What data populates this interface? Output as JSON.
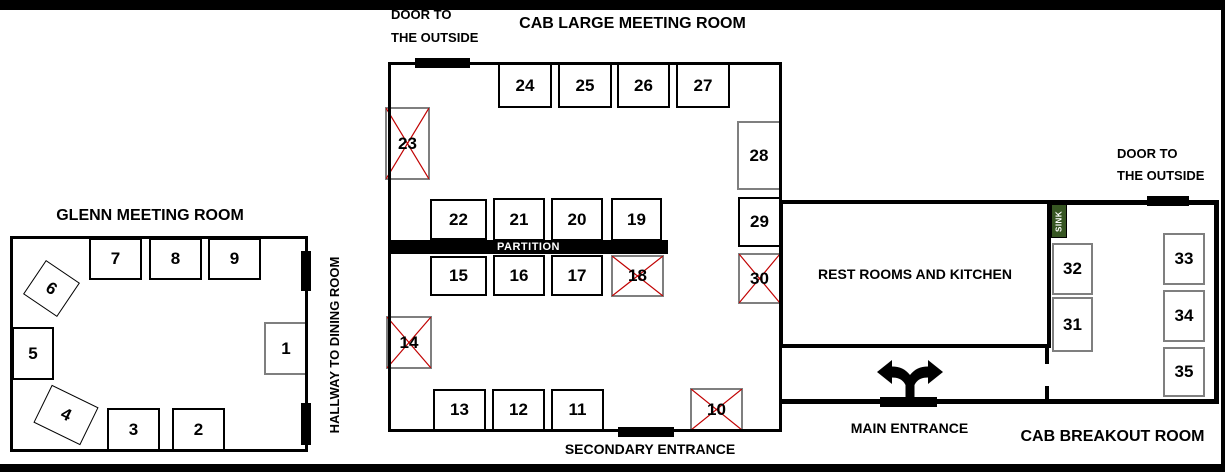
{
  "glenn_room": {
    "title": "GLENN MEETING ROOM",
    "hallway_label": "HALLWAY TO DINING ROOM",
    "tables": [
      {
        "number": "1",
        "crossed": false
      },
      {
        "number": "2",
        "crossed": false
      },
      {
        "number": "3",
        "crossed": false
      },
      {
        "number": "4",
        "crossed": false
      },
      {
        "number": "5",
        "crossed": false
      },
      {
        "number": "6",
        "crossed": false
      },
      {
        "number": "7",
        "crossed": false
      },
      {
        "number": "8",
        "crossed": false
      },
      {
        "number": "9",
        "crossed": false
      }
    ]
  },
  "cab_large_room": {
    "title": "CAB LARGE MEETING ROOM",
    "door_label": [
      "DOOR TO",
      "THE OUTSIDE"
    ],
    "partition_label": "PARTITION",
    "secondary_entrance_label": "SECONDARY ENTRANCE",
    "tables": [
      {
        "number": "10",
        "crossed": true
      },
      {
        "number": "11",
        "crossed": false
      },
      {
        "number": "12",
        "crossed": false
      },
      {
        "number": "13",
        "crossed": false
      },
      {
        "number": "14",
        "crossed": true
      },
      {
        "number": "15",
        "crossed": false
      },
      {
        "number": "16",
        "crossed": false
      },
      {
        "number": "17",
        "crossed": false
      },
      {
        "number": "18",
        "crossed": true
      },
      {
        "number": "19",
        "crossed": false
      },
      {
        "number": "20",
        "crossed": false
      },
      {
        "number": "21",
        "crossed": false
      },
      {
        "number": "22",
        "crossed": false
      },
      {
        "number": "23",
        "crossed": true
      },
      {
        "number": "24",
        "crossed": false
      },
      {
        "number": "25",
        "crossed": false
      },
      {
        "number": "26",
        "crossed": false
      },
      {
        "number": "27",
        "crossed": false
      },
      {
        "number": "28",
        "crossed": false
      },
      {
        "number": "29",
        "crossed": false
      },
      {
        "number": "30",
        "crossed": true
      }
    ]
  },
  "service_area": {
    "restrooms_label": "REST ROOMS AND KITCHEN",
    "sink_label": "SINK",
    "main_entrance_label": "MAIN ENTRANCE"
  },
  "cab_breakout_room": {
    "title": "CAB BREAKOUT ROOM",
    "door_label": [
      "DOOR TO",
      "THE OUTSIDE"
    ],
    "tables": [
      {
        "number": "31",
        "crossed": false
      },
      {
        "number": "32",
        "crossed": false
      },
      {
        "number": "33",
        "crossed": false
      },
      {
        "number": "34",
        "crossed": false
      },
      {
        "number": "35",
        "crossed": false
      }
    ]
  },
  "colors": {
    "cross": "#c00000",
    "sink_bg": "#375623",
    "gray_table_border": "#7f7f7f",
    "wall": "#000000"
  }
}
